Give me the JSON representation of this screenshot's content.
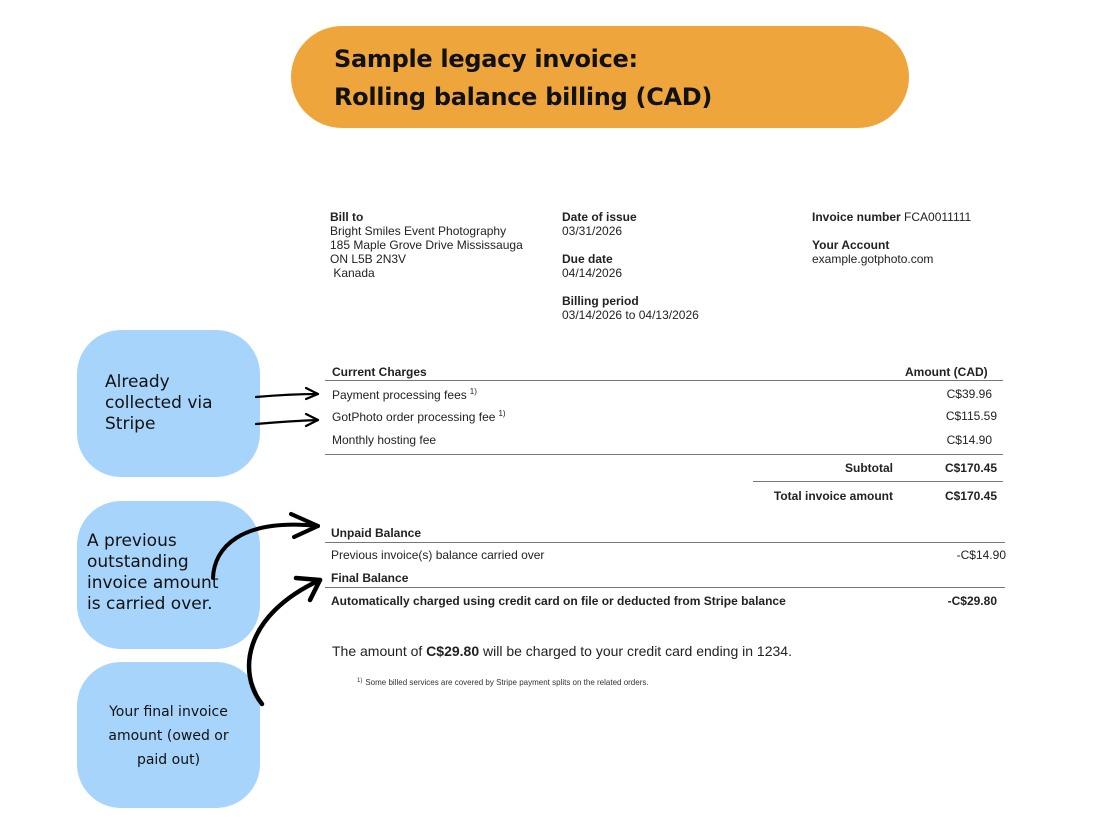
{
  "banner": {
    "line1": "Sample legacy invoice:",
    "line2": "Rolling balance billing (CAD)"
  },
  "callouts": [
    {
      "lines": [
        "Already",
        "collected via",
        "Stripe"
      ]
    },
    {
      "lines": [
        "A previous",
        "outstanding",
        "invoice amount",
        "is carried over."
      ]
    },
    {
      "lines": [
        "Your final invoice",
        "amount (owed or",
        "paid out)"
      ]
    }
  ],
  "invoice": {
    "bill_to": {
      "label": "Bill to",
      "name": "Bright Smiles Event Photography",
      "street": "185 Maple Grove Drive Mississauga",
      "postal": "ON L5B 2N3V",
      "country": " Kanada"
    },
    "date_of_issue": {
      "label": "Date of issue",
      "value": "03/31/2026"
    },
    "due_date": {
      "label": "Due date",
      "value": "04/14/2026"
    },
    "billing_period": {
      "label": "Billing period",
      "value": "03/14/2026 to 04/13/2026"
    },
    "invoice_number": {
      "label": "Invoice number",
      "value": "FCA0011111"
    },
    "account": {
      "label": "Your Account",
      "value": "example.gotphoto.com"
    },
    "current_charges": {
      "header": "Current Charges",
      "amount_header": "Amount (CAD)",
      "items": [
        {
          "description": "Payment processing fees",
          "footnote": "1)",
          "amount": "C$39.96"
        },
        {
          "description": "GotPhoto order processing fee",
          "footnote": "1)",
          "amount": "C$115.59"
        },
        {
          "description": "Monthly hosting fee",
          "footnote": "",
          "amount": "C$14.90"
        }
      ],
      "subtotal_label": "Subtotal",
      "subtotal": "C$170.45",
      "total_label": "Total invoice amount",
      "total": "C$170.45"
    },
    "unpaid_balance": {
      "header": "Unpaid Balance",
      "description": "Previous invoice(s) balance carried over",
      "amount": "-C$14.90"
    },
    "final_balance": {
      "header": "Final Balance",
      "description": "Automatically charged using credit card on file or deducted from Stripe balance",
      "amount": "-C$29.80"
    },
    "charge_note": {
      "prefix": "The amount of ",
      "amount": "C$29.80",
      "suffix": " will be charged to your credit card ending in 1234."
    },
    "footnote": {
      "marker": "1)",
      "text": "Some billed services are covered by Stripe payment splits on the related orders."
    }
  }
}
